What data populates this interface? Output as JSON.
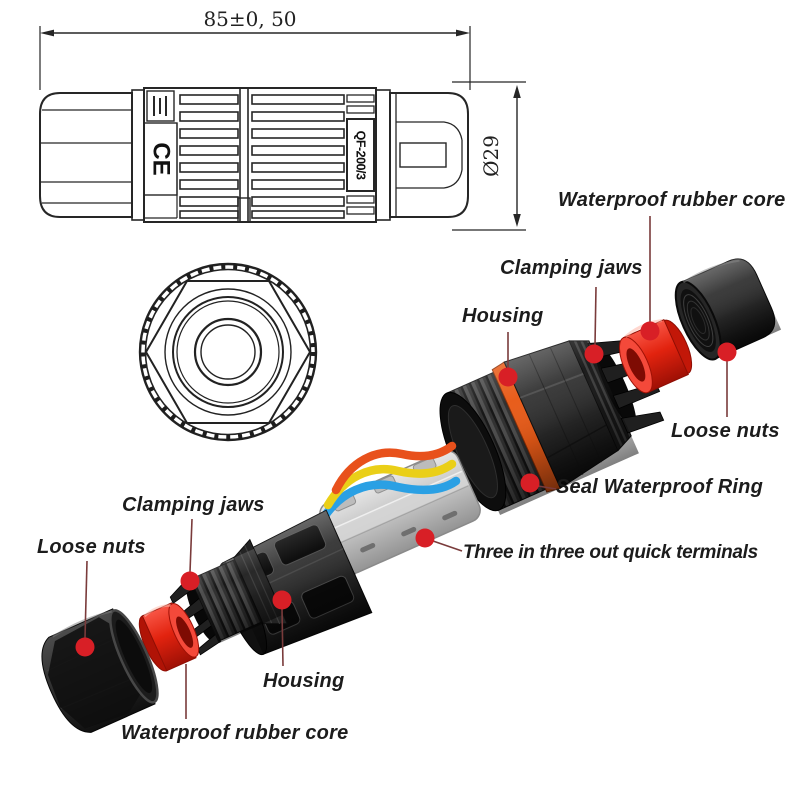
{
  "drawing": {
    "dim_length": "85±0, 50",
    "dim_diameter": "Ø29",
    "marking": "QF-200/3",
    "ce_mark": "CE"
  },
  "labels": {
    "right": {
      "rubber_core": "Waterproof rubber core",
      "clamping_jaws": "Clamping jaws",
      "housing": "Housing",
      "loose_nuts": "Loose nuts",
      "seal_ring": "Seal Waterproof Ring",
      "terminals": "Three in three out quick terminals"
    },
    "left": {
      "clamping_jaws": "Clamping jaws",
      "loose_nuts": "Loose nuts",
      "housing": "Housing",
      "rubber_core": "Waterproof rubber core"
    }
  },
  "colors": {
    "line": "#262626",
    "label_text": "#1c1c1c",
    "leader_dot": "#d81f26",
    "leader_line": "#7a3b3b",
    "rubber_core_red": "#e2230f",
    "seal_ring_orange": "#e85a17",
    "part_black": "#1f1f1f",
    "terminal_gray": "#c2c2c2",
    "wire_orange": "#e8511c",
    "wire_yellow": "#eacf18",
    "wire_blue": "#2aa0e4"
  }
}
